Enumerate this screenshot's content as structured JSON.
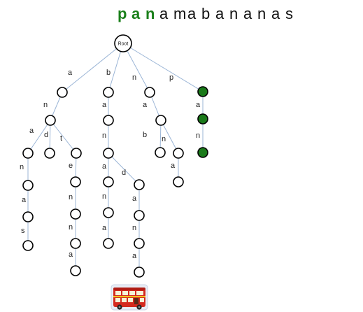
{
  "title": {
    "letters": [
      "p",
      "a",
      "n",
      "a",
      "m",
      "a",
      "b",
      "a",
      "n",
      "a",
      "n",
      "a",
      "s"
    ],
    "highlight_count": 3,
    "highlight_color": "#1a7f1a"
  },
  "trie": {
    "root_label": "Root",
    "highlight_color": "#1a7a1a",
    "nodes": [
      {
        "id": "root"
      },
      {
        "id": "a"
      },
      {
        "id": "b"
      },
      {
        "id": "n"
      },
      {
        "id": "p"
      },
      {
        "id": "an"
      },
      {
        "id": "ba"
      },
      {
        "id": "na"
      },
      {
        "id": "pa"
      },
      {
        "id": "ana"
      },
      {
        "id": "and"
      },
      {
        "id": "ant"
      },
      {
        "id": "ban"
      },
      {
        "id": "nab"
      },
      {
        "id": "nan"
      },
      {
        "id": "pan"
      },
      {
        "id": "anan"
      },
      {
        "id": "ante"
      },
      {
        "id": "bana"
      },
      {
        "id": "band"
      },
      {
        "id": "nana"
      },
      {
        "id": "anana"
      },
      {
        "id": "anten"
      },
      {
        "id": "banan"
      },
      {
        "id": "banda"
      },
      {
        "id": "ananas"
      },
      {
        "id": "antenn"
      },
      {
        "id": "banana"
      },
      {
        "id": "bandan"
      },
      {
        "id": "antenna"
      },
      {
        "id": "bandana"
      }
    ],
    "highlighted": [
      "p",
      "pa",
      "pan"
    ],
    "edges": [
      {
        "from": "root",
        "to": "a",
        "label": "a"
      },
      {
        "from": "root",
        "to": "b",
        "label": "b"
      },
      {
        "from": "root",
        "to": "n",
        "label": "n"
      },
      {
        "from": "root",
        "to": "p",
        "label": "p"
      },
      {
        "from": "a",
        "to": "an",
        "label": "n"
      },
      {
        "from": "b",
        "to": "ba",
        "label": "a"
      },
      {
        "from": "n",
        "to": "na",
        "label": "a"
      },
      {
        "from": "p",
        "to": "pa",
        "label": "a"
      },
      {
        "from": "an",
        "to": "ana",
        "label": "a"
      },
      {
        "from": "an",
        "to": "and",
        "label": "d"
      },
      {
        "from": "an",
        "to": "ant",
        "label": "t"
      },
      {
        "from": "ba",
        "to": "ban",
        "label": "n"
      },
      {
        "from": "na",
        "to": "nab",
        "label": "b"
      },
      {
        "from": "na",
        "to": "nan",
        "label": "n"
      },
      {
        "from": "pa",
        "to": "pan",
        "label": "n"
      },
      {
        "from": "ana",
        "to": "anan",
        "label": "n"
      },
      {
        "from": "ant",
        "to": "ante",
        "label": "e"
      },
      {
        "from": "ban",
        "to": "bana",
        "label": "a"
      },
      {
        "from": "ban",
        "to": "band",
        "label": "d"
      },
      {
        "from": "nan",
        "to": "nana",
        "label": "a"
      },
      {
        "from": "anan",
        "to": "anana",
        "label": "a"
      },
      {
        "from": "ante",
        "to": "anten",
        "label": "n"
      },
      {
        "from": "bana",
        "to": "banan",
        "label": "n"
      },
      {
        "from": "band",
        "to": "banda",
        "label": "a"
      },
      {
        "from": "anana",
        "to": "ananas",
        "label": "s"
      },
      {
        "from": "anten",
        "to": "antenn",
        "label": "n"
      },
      {
        "from": "banan",
        "to": "banana",
        "label": "a"
      },
      {
        "from": "banda",
        "to": "bandan",
        "label": "n"
      },
      {
        "from": "antenn",
        "to": "antenna",
        "label": "a"
      },
      {
        "from": "bandan",
        "to": "bandana",
        "label": "a"
      }
    ]
  },
  "bus_icon": "double-decker-bus-icon"
}
